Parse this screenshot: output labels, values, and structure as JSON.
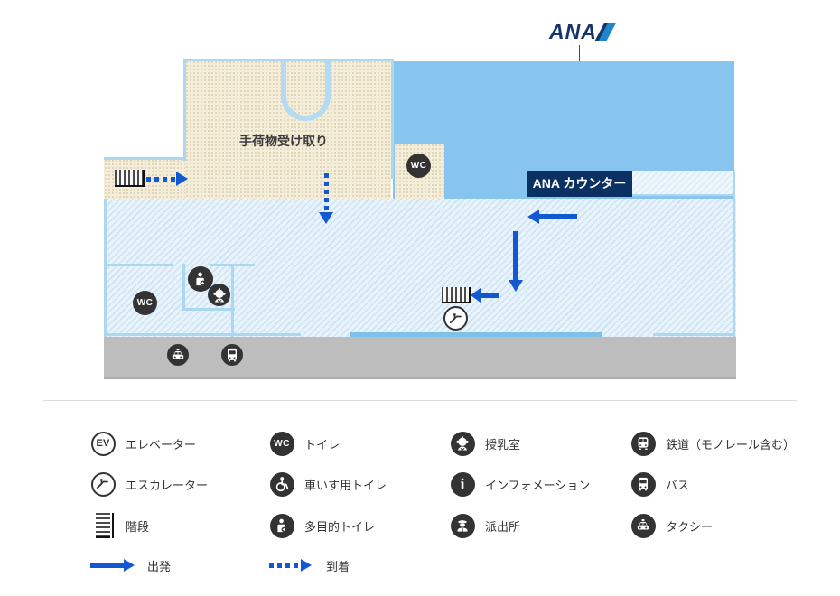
{
  "map": {
    "logo_text": "ANA",
    "counter_label": "ANA カウンター",
    "baggage_label": "手荷物受け取り"
  },
  "icon_text": {
    "wc": "WC",
    "ev": "EV",
    "info": "i"
  },
  "legend": {
    "col1": [
      "エレベーター",
      "エスカレーター",
      "階段",
      "出発"
    ],
    "col2": [
      "トイレ",
      "車いす用トイレ",
      "多目的トイレ",
      "到着"
    ],
    "col3": [
      "授乳室",
      "インフォメーション",
      "派出所"
    ],
    "col4": [
      "鉄道（モノレール含む）",
      "バス",
      "タクシー"
    ]
  },
  "colors": {
    "arrow_blue": "#1358d3",
    "counter_navy": "#0a3161",
    "sky_blue": "#87c5ee",
    "baggage_beige": "#f3edda",
    "concourse_blue": "#e9f3fb",
    "wall_blue": "#abd7f1",
    "curb_gray": "#bdbdbd",
    "icon_dark": "#333333",
    "logo_navy": "#16356e",
    "logo_blue": "#1e87cc"
  }
}
